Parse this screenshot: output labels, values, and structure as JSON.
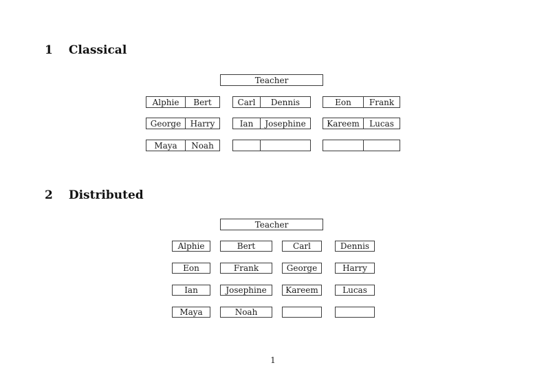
{
  "page": {
    "number": "1"
  },
  "sections": {
    "classical": {
      "heading_number": "1",
      "heading_label": "Classical",
      "teacher_label": "Teacher",
      "desks": [
        [
          "Alphie",
          "Bert"
        ],
        [
          "Carl",
          "Dennis"
        ],
        [
          "Eon",
          "Frank"
        ],
        [
          "George",
          "Harry"
        ],
        [
          "Ian",
          "Josephine"
        ],
        [
          "Kareem",
          "Lucas"
        ],
        [
          "Maya",
          "Noah"
        ],
        [
          "",
          ""
        ],
        [
          "",
          ""
        ]
      ]
    },
    "distributed": {
      "heading_number": "2",
      "heading_label": "Distributed",
      "teacher_label": "Teacher",
      "desks": [
        "Alphie",
        "Bert",
        "Carl",
        "Dennis",
        "Eon",
        "Frank",
        "George",
        "Harry",
        "Ian",
        "Josephine",
        "Kareem",
        "Lucas",
        "Maya",
        "Noah",
        "",
        ""
      ]
    }
  }
}
